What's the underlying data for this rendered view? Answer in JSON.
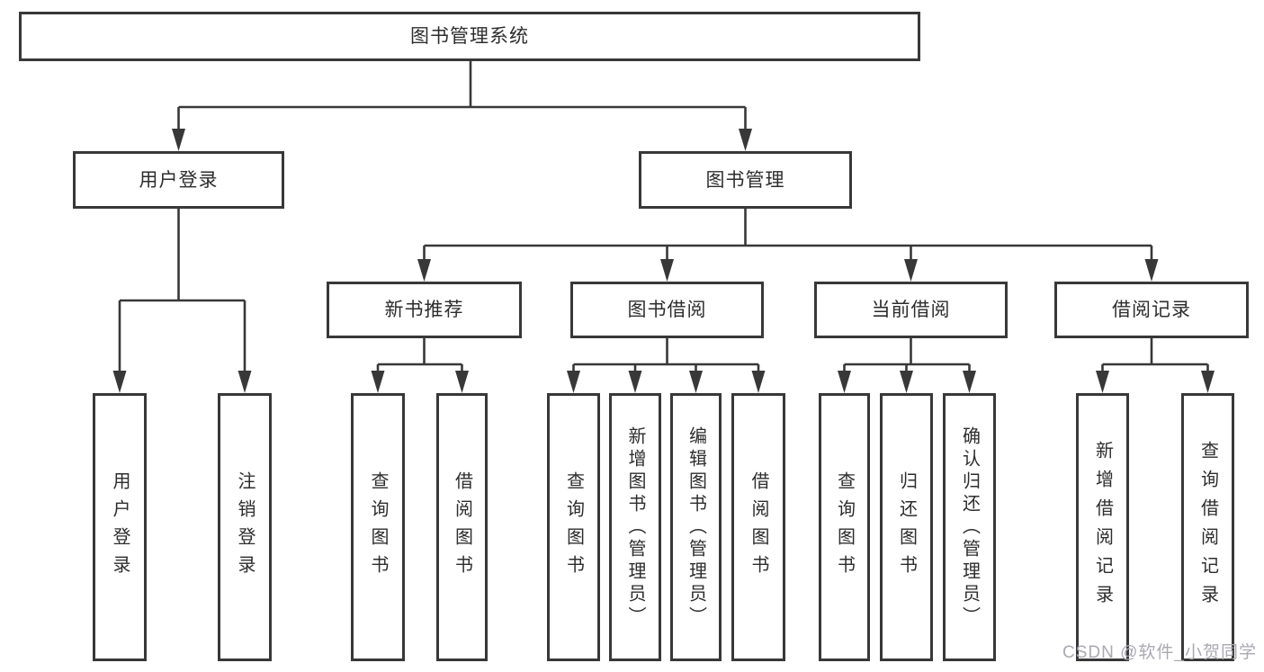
{
  "diagram": {
    "type": "tree",
    "title": "图书管理系统",
    "nodes": [
      {
        "id": "root",
        "label": "图书管理系统",
        "parent": null,
        "level": 1
      },
      {
        "id": "user-login",
        "label": "用户登录",
        "parent": "root",
        "level": 2
      },
      {
        "id": "book-mgmt",
        "label": "图书管理",
        "parent": "root",
        "level": 2
      },
      {
        "id": "ul-login",
        "label": "用户登录",
        "parent": "user-login",
        "level": 4
      },
      {
        "id": "ul-logout",
        "label": "注销登录",
        "parent": "user-login",
        "level": 4
      },
      {
        "id": "new-book-rec",
        "label": "新书推荐",
        "parent": "book-mgmt",
        "level": 3
      },
      {
        "id": "book-borrow",
        "label": "图书借阅",
        "parent": "book-mgmt",
        "level": 3
      },
      {
        "id": "current-borrow",
        "label": "当前借阅",
        "parent": "book-mgmt",
        "level": 3
      },
      {
        "id": "borrow-records",
        "label": "借阅记录",
        "parent": "book-mgmt",
        "level": 3
      },
      {
        "id": "nbr-query",
        "label": "查询图书",
        "parent": "new-book-rec",
        "level": 4
      },
      {
        "id": "nbr-borrow",
        "label": "借阅图书",
        "parent": "new-book-rec",
        "level": 4
      },
      {
        "id": "bb-query",
        "label": "查询图书",
        "parent": "book-borrow",
        "level": 4
      },
      {
        "id": "bb-add",
        "label": "新增图书（管理员）",
        "parent": "book-borrow",
        "level": 4
      },
      {
        "id": "bb-edit",
        "label": "编辑图书（管理员）",
        "parent": "book-borrow",
        "level": 4
      },
      {
        "id": "bb-borrow",
        "label": "借阅图书",
        "parent": "book-borrow",
        "level": 4
      },
      {
        "id": "cb-query",
        "label": "查询图书",
        "parent": "current-borrow",
        "level": 4
      },
      {
        "id": "cb-return",
        "label": "归还图书",
        "parent": "current-borrow",
        "level": 4
      },
      {
        "id": "cb-confirm",
        "label": "确认归还（管理员）",
        "parent": "current-borrow",
        "level": 4
      },
      {
        "id": "br-add",
        "label": "新增借阅记录",
        "parent": "borrow-records",
        "level": 4
      },
      {
        "id": "br-query",
        "label": "查询借阅记录",
        "parent": "borrow-records",
        "level": 4
      }
    ]
  },
  "watermark": {
    "text": "CSDN @软件_小贺同学"
  },
  "colors": {
    "line": "#383838",
    "box_border": "#383838",
    "box_bg": "#ffffff",
    "text": "#2d2d2d",
    "watermark": "#a9a9b2"
  }
}
